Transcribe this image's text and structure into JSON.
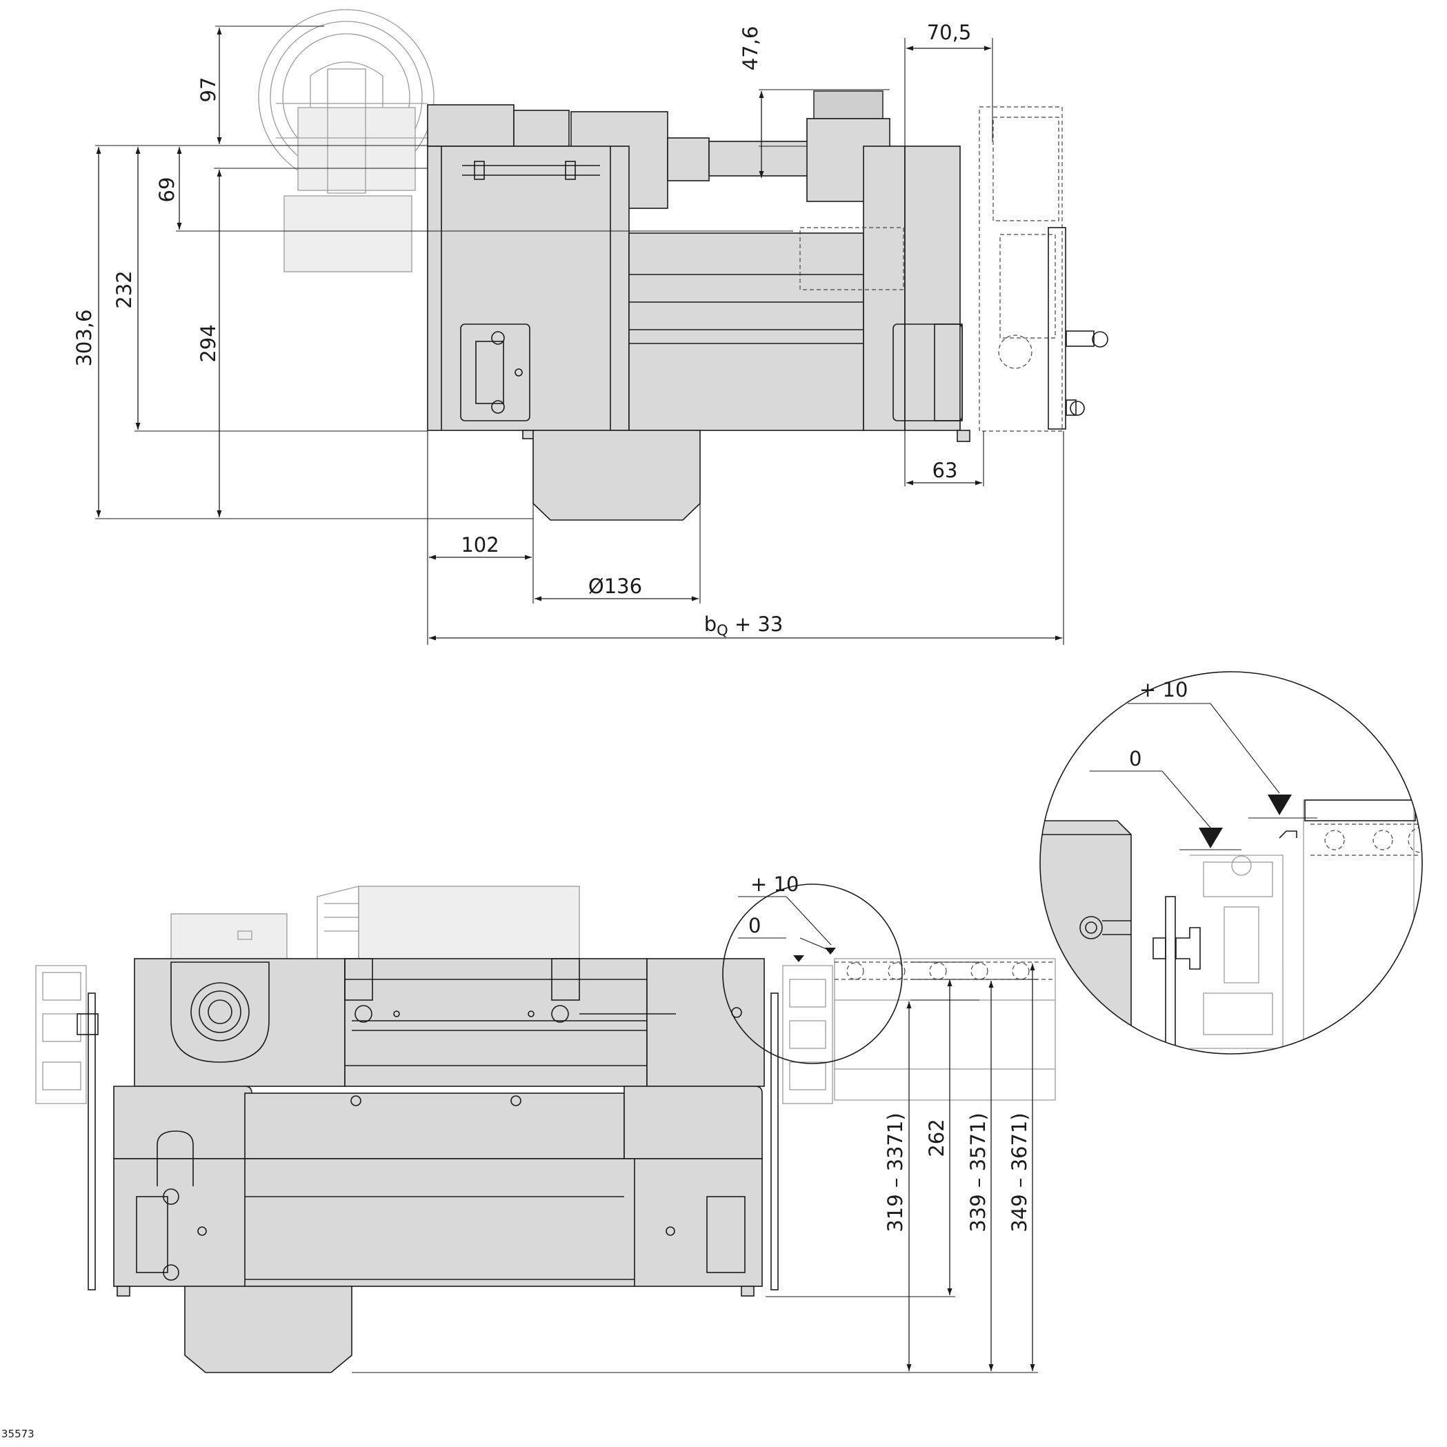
{
  "dimensions": {
    "top_97": "97",
    "top_47_6": "47,6",
    "top_70_5": "70,5",
    "left_303_6": "303,6",
    "left_232": "232",
    "left_69": "69",
    "left_294": "294",
    "right_63": "63",
    "bottom_102": "102",
    "bottom_d136": "Ø136",
    "bq_main": "b",
    "bq_sub": "Q",
    "bq_suffix": " + 33",
    "side_a": "319 – 3371)",
    "side_b": "262",
    "side_c": "339 – 3571)",
    "side_d": "349 – 3671)"
  },
  "detail_labels": {
    "small_plus10": "+ 10",
    "small_zero": "0",
    "big_plus10": "+ 10",
    "big_zero": "0"
  },
  "drawing_id": "35573"
}
